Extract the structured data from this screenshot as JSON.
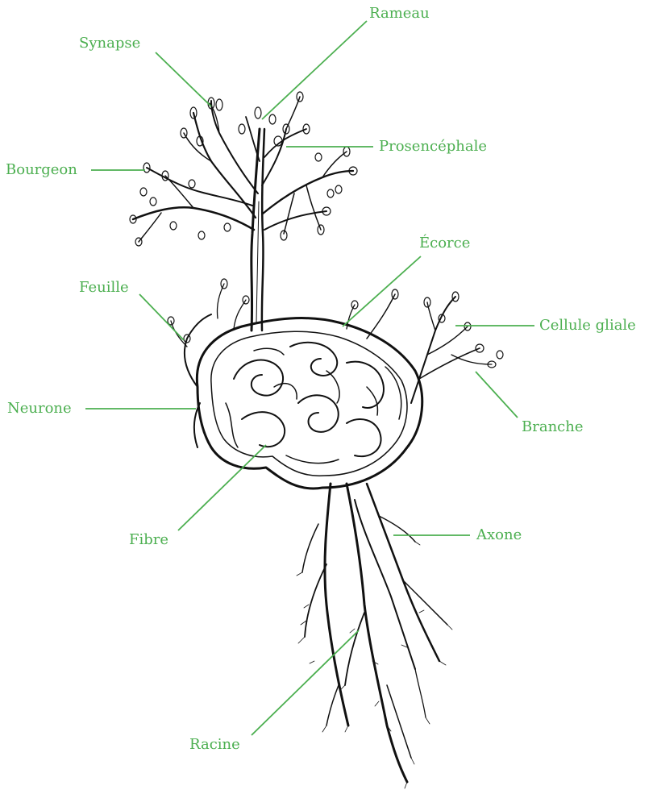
{
  "accent_color": "#4caf50",
  "ink_color": "#111111",
  "labels": {
    "rameau": "Rameau",
    "synapse": "Synapse",
    "prosencephale": "Prosencéphale",
    "bourgeon": "Bourgeon",
    "ecorce": "Écorce",
    "feuille": "Feuille",
    "cellule_gliale": "Cellule gliale",
    "neurone": "Neurone",
    "branche": "Branche",
    "fibre": "Fibre",
    "axone": "Axone",
    "racine": "Racine"
  }
}
